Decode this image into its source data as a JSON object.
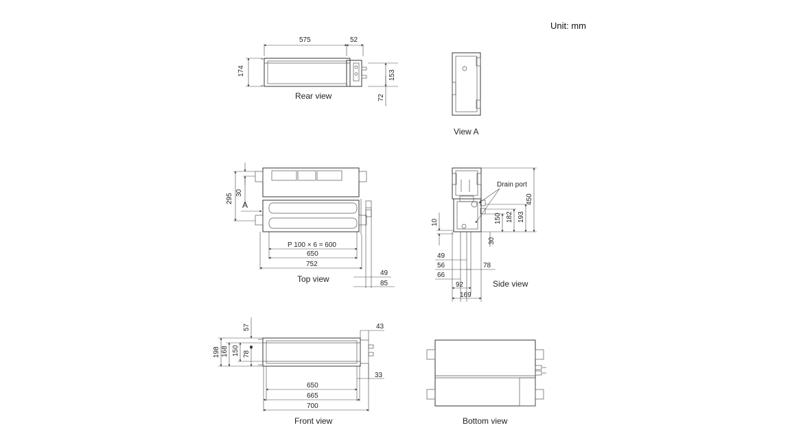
{
  "unit_label": "Unit: mm",
  "views": {
    "rear": {
      "title": "Rear view",
      "dims": {
        "width": "575",
        "right": "52",
        "height": "174",
        "right_height": "153",
        "bottom": "72"
      }
    },
    "view_a": {
      "title": "View A"
    },
    "top": {
      "title": "Top view",
      "marker": "A",
      "dims": {
        "pitch": "P 100 × 6 = 600",
        "w650": "650",
        "w752": "752",
        "d49": "49",
        "d85": "85",
        "h295": "295",
        "h30": "30"
      }
    },
    "side": {
      "title": "Side view",
      "drain_label": "Drain port",
      "dims": {
        "h450": "450",
        "h193": "193",
        "h182": "182",
        "h150": "150",
        "h30": "30",
        "h10": "10",
        "d49": "49",
        "d56": "56",
        "d66": "66",
        "d78": "78",
        "d92": "92",
        "d169": "169"
      }
    },
    "front": {
      "title": "Front view",
      "dims": {
        "d57": "57",
        "d43": "43",
        "d33": "33",
        "h198": "198",
        "h168": "168",
        "h150": "150",
        "h78": "78",
        "w650": "650",
        "w665": "665",
        "w700": "700"
      }
    },
    "bottom": {
      "title": "Bottom view"
    }
  },
  "colors": {
    "line": "#333333",
    "background": "#ffffff"
  }
}
